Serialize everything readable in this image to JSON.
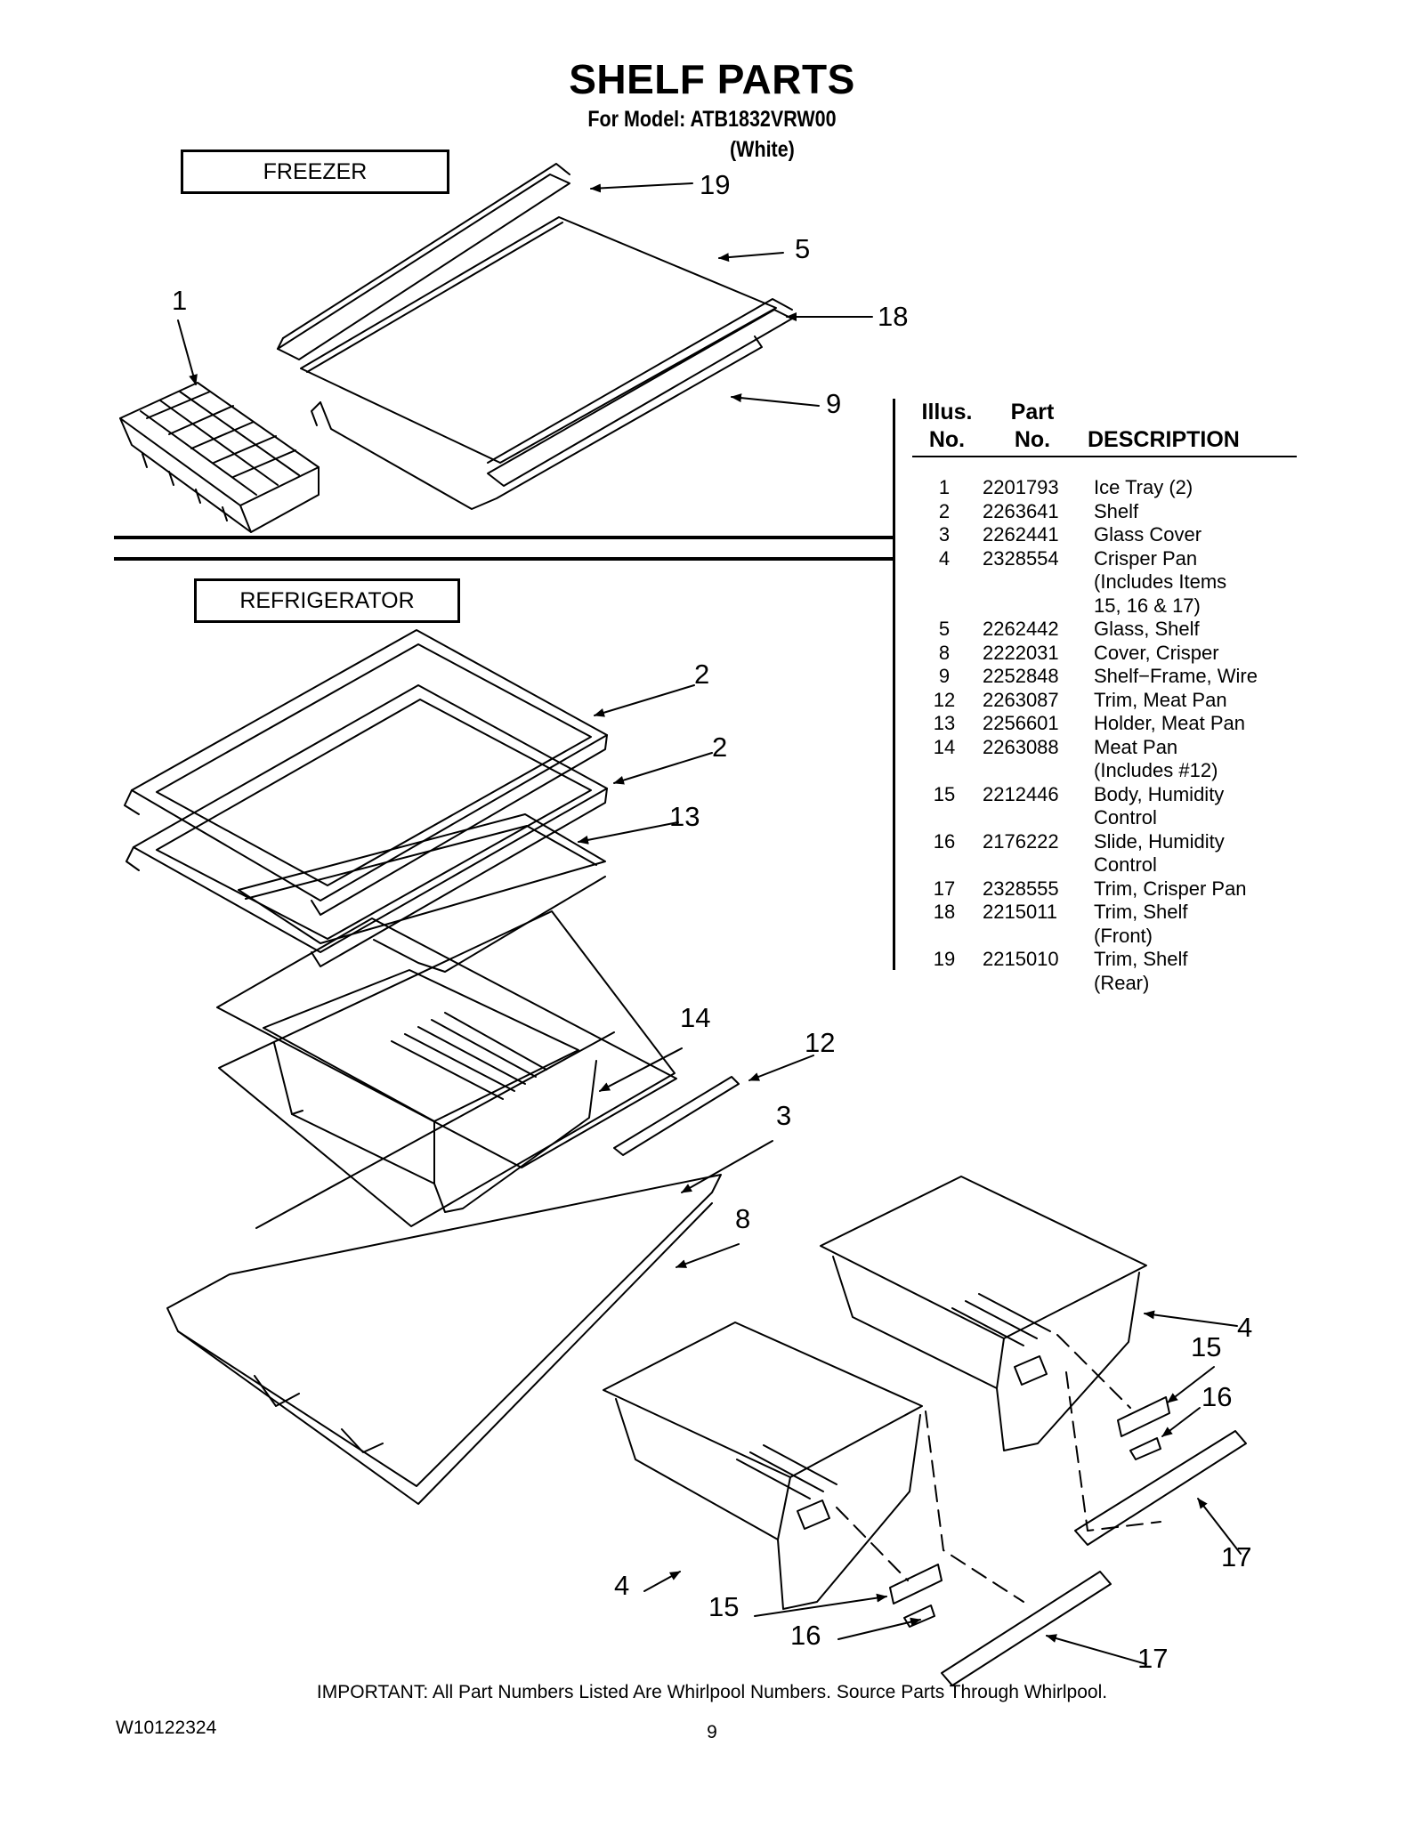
{
  "header": {
    "title": "SHELF PARTS",
    "subtitle": "For Model: ATB1832VRW00",
    "variant": "(White)"
  },
  "sections": {
    "freezer": "FREEZER",
    "refrigerator": "REFRIGERATOR"
  },
  "table": {
    "col1": "Illus.\nNo.",
    "col2": "Part\nNo.",
    "col3": "DESCRIPTION",
    "rows": [
      {
        "illus": "1",
        "part": "2201793",
        "desc": "Ice Tray (2)"
      },
      {
        "illus": "2",
        "part": "2263641",
        "desc": "Shelf"
      },
      {
        "illus": "3",
        "part": "2262441",
        "desc": "Glass Cover"
      },
      {
        "illus": "4",
        "part": "2328554",
        "desc": "Crisper Pan\n(Includes Items\n15, 16 & 17)"
      },
      {
        "illus": "5",
        "part": "2262442",
        "desc": "Glass, Shelf"
      },
      {
        "illus": "8",
        "part": "2222031",
        "desc": "Cover, Crisper"
      },
      {
        "illus": "9",
        "part": "2252848",
        "desc": "Shelf−Frame, Wire"
      },
      {
        "illus": "12",
        "part": "2263087",
        "desc": "Trim, Meat Pan"
      },
      {
        "illus": "13",
        "part": "2256601",
        "desc": "Holder, Meat Pan"
      },
      {
        "illus": "14",
        "part": "2263088",
        "desc": "Meat Pan\n(Includes #12)"
      },
      {
        "illus": "15",
        "part": "2212446",
        "desc": "Body, Humidity\nControl"
      },
      {
        "illus": "16",
        "part": "2176222",
        "desc": "Slide, Humidity\nControl"
      },
      {
        "illus": "17",
        "part": "2328555",
        "desc": "Trim, Crisper Pan"
      },
      {
        "illus": "18",
        "part": "2215011",
        "desc": "Trim, Shelf\n(Front)"
      },
      {
        "illus": "19",
        "part": "2215010",
        "desc": "Trim, Shelf\n(Rear)"
      }
    ]
  },
  "callouts": [
    "19",
    "5",
    "18",
    "1",
    "9",
    "2",
    "2",
    "13",
    "14",
    "12",
    "3",
    "8",
    "4",
    "15",
    "16",
    "17",
    "4",
    "15",
    "16",
    "17"
  ],
  "footer": {
    "note": "IMPORTANT: All Part Numbers Listed Are Whirlpool Numbers. Source Parts Through Whirlpool.",
    "doc_number": "W10122324",
    "page": "9"
  }
}
